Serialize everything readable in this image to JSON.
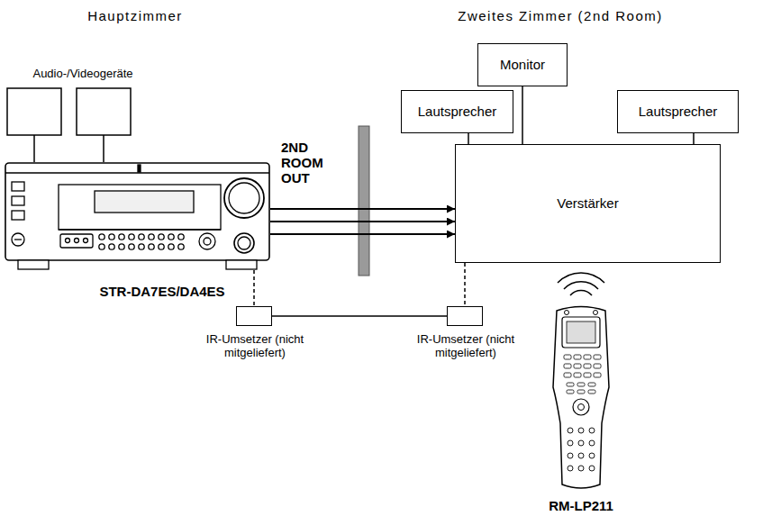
{
  "diagram": {
    "nodes": [
      {
        "text": [
          "STR-DA7ES/DA4ES"
        ]
      },
      {
        "text": [
          "Monitor"
        ]
      },
      {
        "text": [
          "Lautsprecher"
        ]
      },
      {
        "text": [
          "Lautsprecher"
        ]
      },
      {
        "text": [
          "Verstärker"
        ]
      },
      {
        "text": [
          "IR-Umsetzer (nicht mitgeliefert)"
        ]
      },
      {
        "text": [
          "IR-Umsetzer (nicht mitgeliefert)"
        ]
      }
    ],
    "edges": [
      {
        "from": 0,
        "to": 4,
        "arrow": "to"
      },
      {
        "from": 0,
        "to": 4,
        "arrow": "to"
      },
      {
        "from": 0,
        "to": 4,
        "arrow": "to"
      },
      {
        "from": 1,
        "to": 4,
        "arrow": "none"
      },
      {
        "from": 2,
        "to": 4,
        "arrow": "none"
      },
      {
        "from": 3,
        "to": 4,
        "arrow": "none"
      },
      {
        "from": 0,
        "to": 5,
        "arrow": "none"
      },
      {
        "from": 4,
        "to": 6,
        "arrow": "none"
      },
      {
        "from": 5,
        "to": 6,
        "arrow": "none"
      }
    ],
    "labels": [
      "Hauptzimmer",
      "Zweites Zimmer (2nd Room)",
      "Audio-/Videogeräte",
      "2ND ROOM OUT",
      "RM-LP211"
    ]
  }
}
